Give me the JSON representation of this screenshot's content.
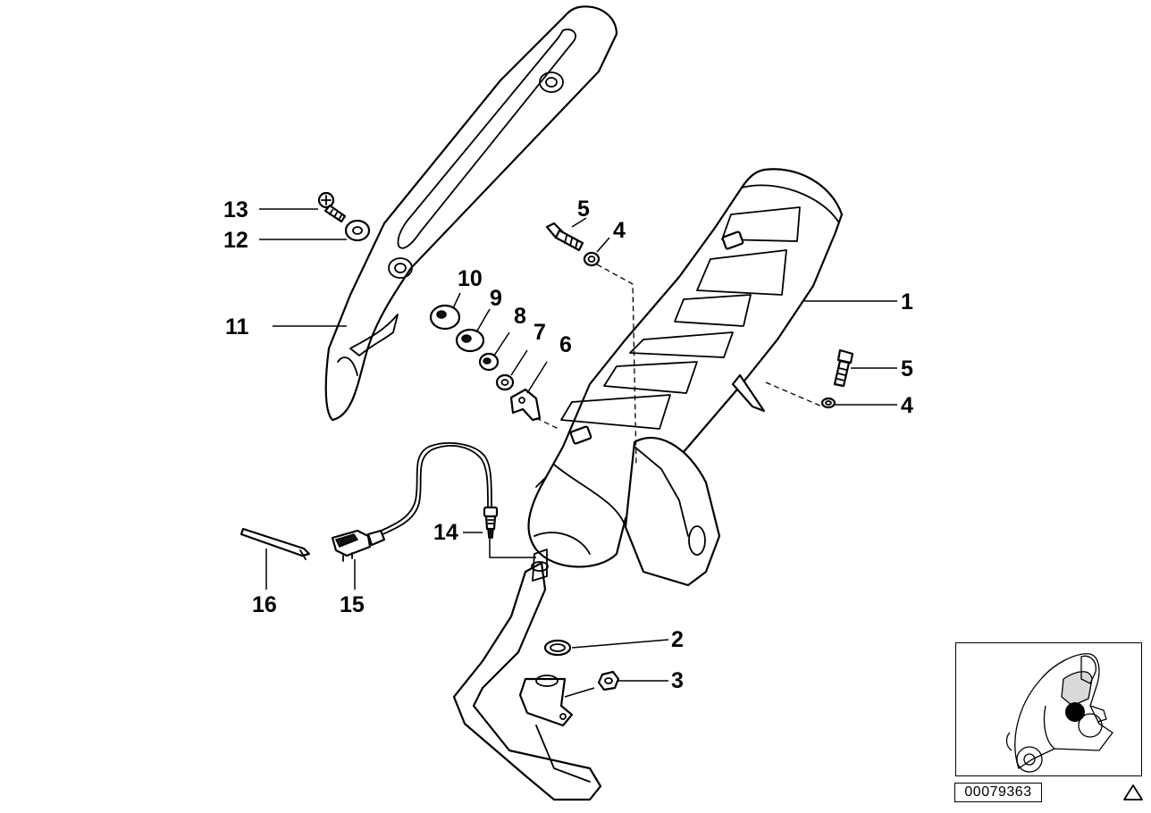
{
  "callouts": [
    {
      "id": "1",
      "text": "1"
    },
    {
      "id": "2",
      "text": "2"
    },
    {
      "id": "3",
      "text": "3"
    },
    {
      "id": "4a",
      "text": "4"
    },
    {
      "id": "4b",
      "text": "4"
    },
    {
      "id": "5a",
      "text": "5"
    },
    {
      "id": "5b",
      "text": "5"
    },
    {
      "id": "6",
      "text": "6"
    },
    {
      "id": "7",
      "text": "7"
    },
    {
      "id": "8",
      "text": "8"
    },
    {
      "id": "9",
      "text": "9"
    },
    {
      "id": "10",
      "text": "10"
    },
    {
      "id": "11",
      "text": "11"
    },
    {
      "id": "12",
      "text": "12"
    },
    {
      "id": "13",
      "text": "13"
    },
    {
      "id": "14",
      "text": "14"
    },
    {
      "id": "15",
      "text": "15"
    },
    {
      "id": "16",
      "text": "16"
    }
  ],
  "reference_code": "00079363",
  "colors": {
    "line": "#000000",
    "background": "#ffffff",
    "highlight": "#111111"
  }
}
